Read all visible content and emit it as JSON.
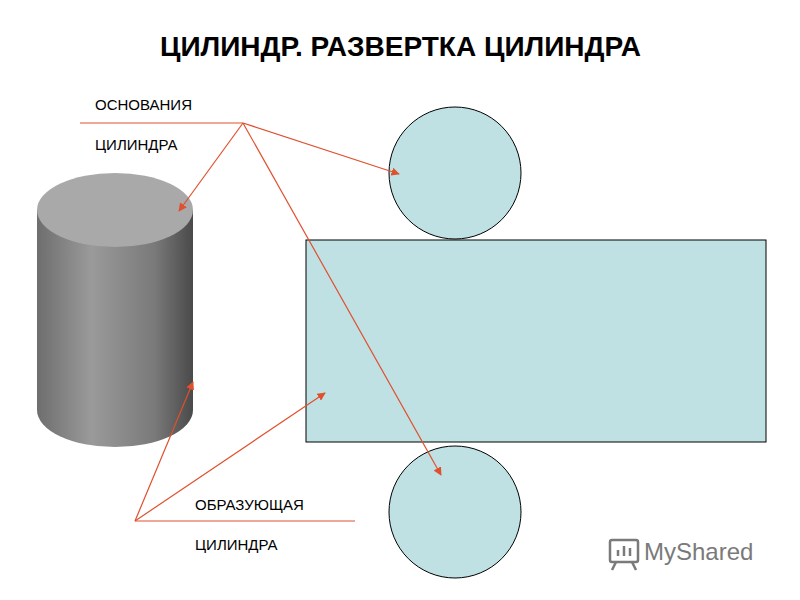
{
  "diagram": {
    "title": "ЦИЛИНДР. РАЗВЕРТКА ЦИЛИНДРА",
    "labels": [
      "ОСНОВАНИЯ ЦИЛИНДРА",
      "ОБРАЗУЮЩАЯ ЦИЛИНДРА",
      "MyShared"
    ]
  }
}
